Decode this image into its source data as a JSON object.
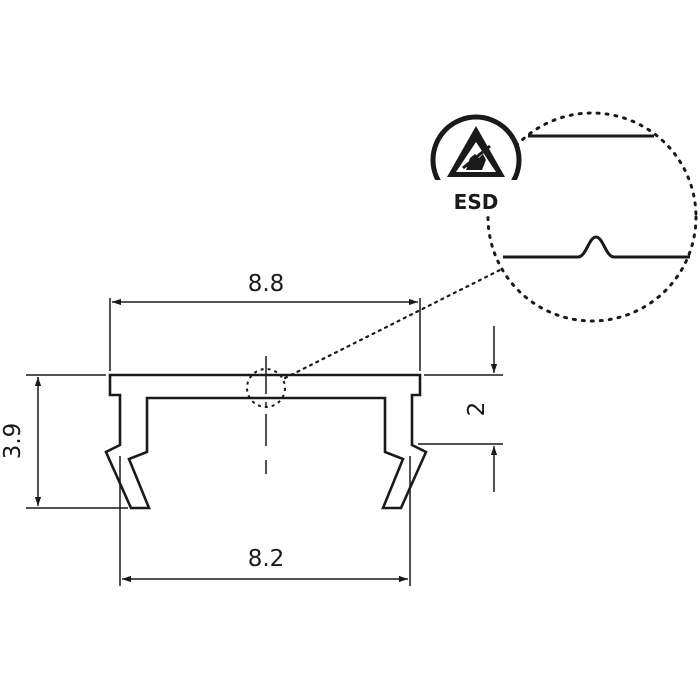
{
  "dimensions": {
    "top_width": "8.8",
    "bottom_width": "8.2",
    "total_height": "3.9",
    "leg_height": "2"
  },
  "badge": {
    "label": "ESD"
  },
  "colors": {
    "line": "#1a1a1a",
    "background": "#ffffff"
  }
}
